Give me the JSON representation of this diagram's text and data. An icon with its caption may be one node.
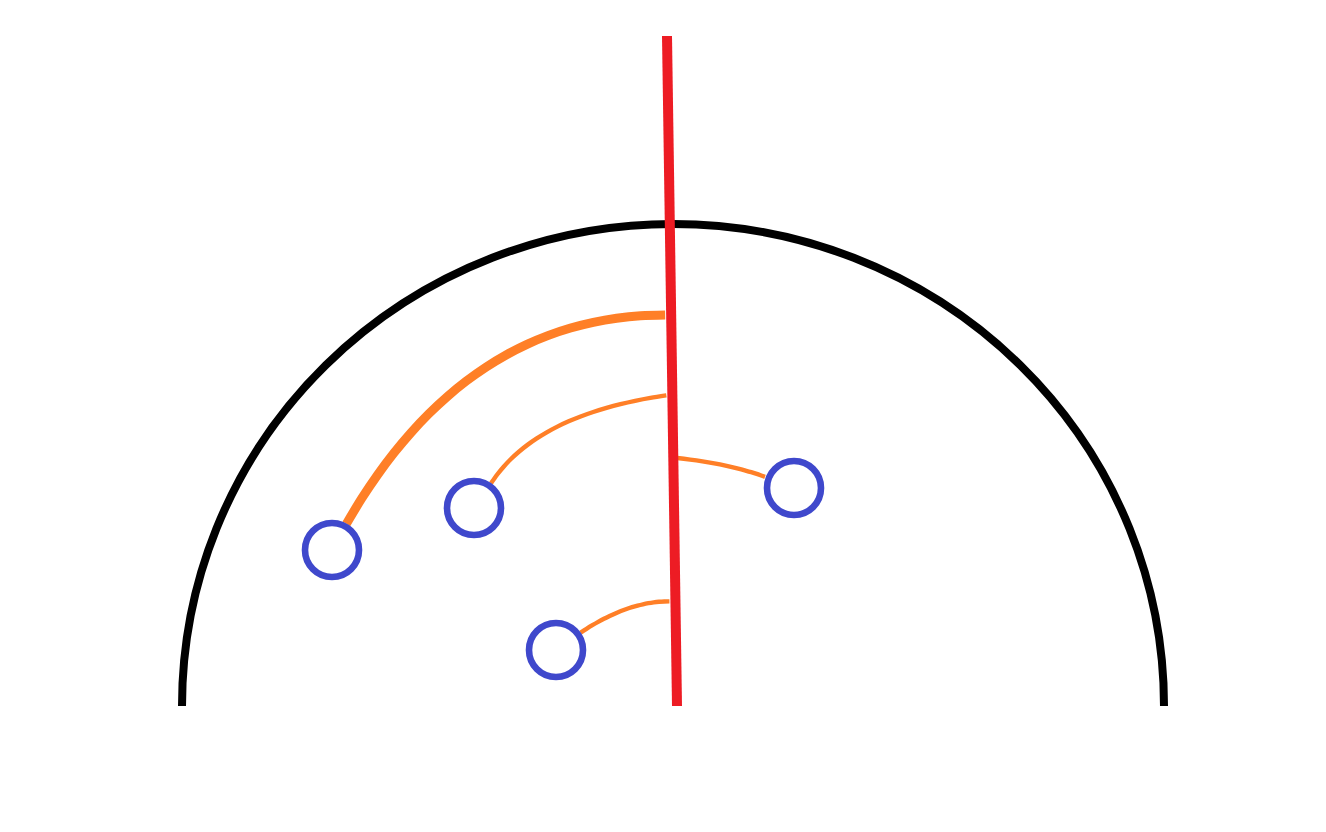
{
  "diagram": {
    "nodes": [
      {
        "text": [],
        "shape": "line"
      },
      {
        "text": [],
        "shape": "circle"
      },
      {
        "text": [],
        "shape": "circle"
      },
      {
        "text": [],
        "shape": "circle"
      },
      {
        "text": [],
        "shape": "circle"
      }
    ],
    "edges": [
      {
        "from": 1,
        "to": 0,
        "arrow": "none",
        "style": "thick"
      },
      {
        "from": 2,
        "to": 0,
        "arrow": "none"
      },
      {
        "from": 3,
        "to": 0,
        "arrow": "none"
      },
      {
        "from": 4,
        "to": 0,
        "arrow": "none"
      }
    ]
  }
}
